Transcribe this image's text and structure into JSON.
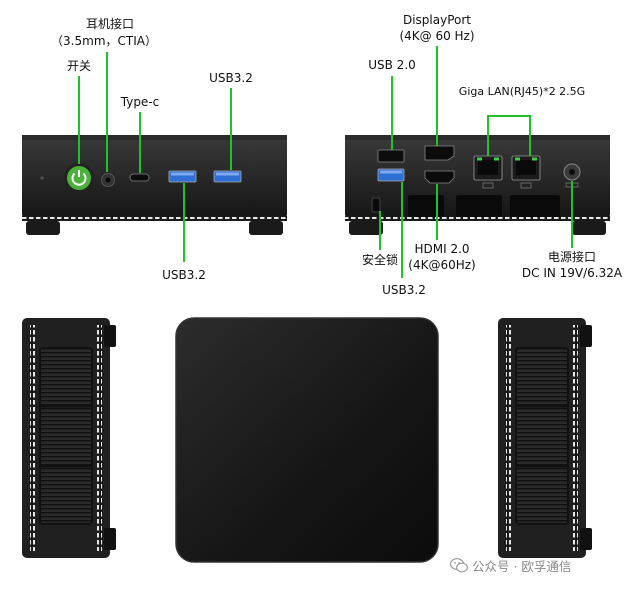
{
  "labels": {
    "earphone_title": "耳机接口",
    "earphone_spec": "（3.5mm，CTIA）",
    "power_switch": "开关",
    "type_c": "Type-c",
    "usb32_top": "USB3.2",
    "usb32_bottom_left": "USB3.2",
    "displayport_title": "DisplayPort",
    "displayport_spec": "(4K@ 60 Hz)",
    "usb20": "USB 2.0",
    "lan": "Giga LAN(RJ45)*2 2.5G",
    "security_lock": "安全锁",
    "hdmi_title": "HDMI 2.0",
    "hdmi_spec": "(4K@60Hz)",
    "usb32_rear": "USB3.2",
    "power_jack_title": "电源接口",
    "power_jack_spec": "DC IN 19V/6.32A"
  },
  "watermark": {
    "text": "公众号 · 欧孚通信",
    "icon": "wechat-icon"
  },
  "colors": {
    "callout_line": "#22c02a",
    "power_button": "#4ab13a",
    "usb3_blue": "#2f6fd3",
    "lan_led": "#3fcf4a",
    "chassis_dark": "#1c1c1c",
    "vent_dot": "#eeeeee"
  }
}
